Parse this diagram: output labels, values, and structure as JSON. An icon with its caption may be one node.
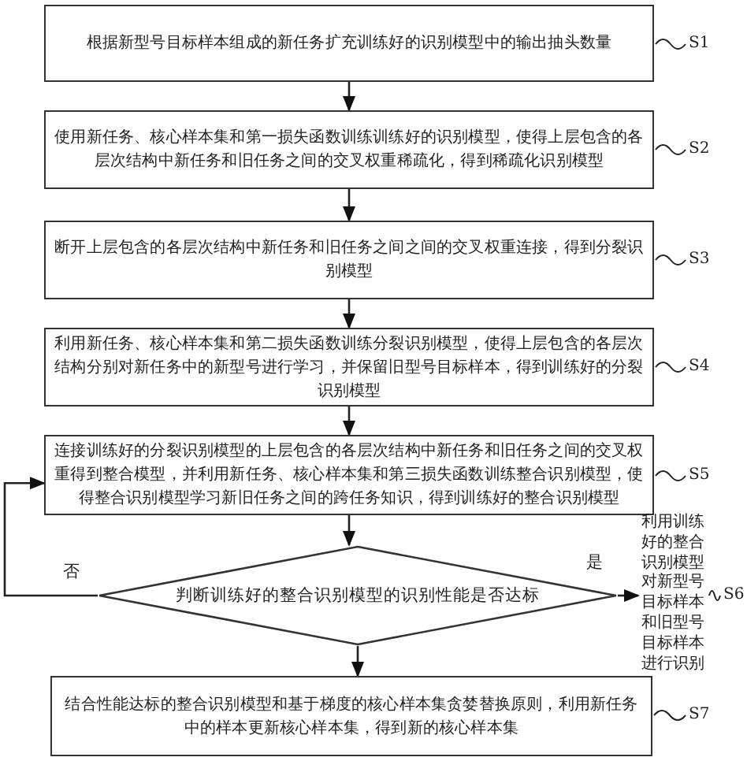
{
  "diagram": {
    "nodes": [
      {
        "text": [
          "根据新型号目标样本组成的新任务扩充训练好的识别模型中的输出抽头数量"
        ]
      },
      {
        "text": [
          "使用新任务、核心样本集和第一损失函数训练训练好的识别模型，使得上层包含的各层次结构中新任务和旧任务之间的交叉权重稀疏化，得到稀疏化识别模型"
        ]
      },
      {
        "text": [
          "断开上层包含的各层次结构中新任务和旧任务之间之间的交叉权重连接，得到分裂识别模型"
        ]
      },
      {
        "text": [
          "利用新任务、核心样本集和第二损失函数训练分裂识别模型，使得上层包含的各层次结构分别对新任务中的新型号进行学习，并保留旧型号目标样本，得到训练好的分裂识别模型"
        ]
      },
      {
        "text": [
          "连接训练好的分裂识别模型的上层包含的各层次结构中新任务和旧任务之间的交叉权重得到整合模型，并利用新任务、核心样本集和第三损失函数训练整合识别模型，使得整合识别模型学习新旧任务之间的跨任务知识，得到训练好的整合识别模型"
        ]
      },
      {
        "text": [
          "判断训练好的整合识别模型的识别性能是否达标"
        ]
      },
      {
        "text": [
          "利用训练好的整合识别模型对新型号目标样本和旧型号目标样本进行识别"
        ]
      },
      {
        "text": [
          "结合性能达标的整合识别模型和基于梯度的核心样本集贪婪替换原则，利用新任务中的样本更新核心样本集，得到新的核心样本集"
        ]
      },
      {
        "text": [
          "S1"
        ]
      },
      {
        "text": [
          "S2"
        ]
      },
      {
        "text": [
          "S3"
        ]
      },
      {
        "text": [
          "S4"
        ]
      },
      {
        "text": [
          "S5"
        ]
      },
      {
        "text": [
          "S6"
        ]
      },
      {
        "text": [
          "S7"
        ]
      }
    ],
    "edges": [
      {
        "from": 0,
        "to": 1,
        "arrow": "to"
      },
      {
        "from": 1,
        "to": 2,
        "arrow": "to"
      },
      {
        "from": 2,
        "to": 3,
        "arrow": "to"
      },
      {
        "from": 3,
        "to": 4,
        "arrow": "to"
      },
      {
        "from": 4,
        "to": 5,
        "arrow": "to"
      },
      {
        "from": 5,
        "to": 6,
        "arrow": "to",
        "label": "是"
      },
      {
        "from": 5,
        "to": 4,
        "arrow": "to",
        "label": "否"
      },
      {
        "from": 5,
        "to": 7,
        "arrow": "to"
      },
      {
        "from": 8,
        "to": 0,
        "arrow": "none"
      },
      {
        "from": 9,
        "to": 1,
        "arrow": "none"
      },
      {
        "from": 10,
        "to": 2,
        "arrow": "none"
      },
      {
        "from": 11,
        "to": 3,
        "arrow": "none"
      },
      {
        "from": 12,
        "to": 4,
        "arrow": "none"
      },
      {
        "from": 13,
        "to": 6,
        "arrow": "none"
      },
      {
        "from": 14,
        "to": 7,
        "arrow": "none"
      }
    ]
  }
}
